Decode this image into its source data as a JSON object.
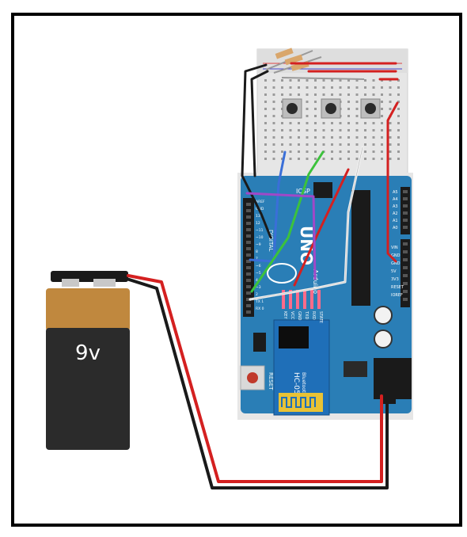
{
  "battery": {
    "label": "9v"
  },
  "arduino": {
    "logo": "UNO",
    "brand": "Arduino",
    "top_labels": [
      "AREF",
      "GND",
      "13",
      "12",
      "~11",
      "~10",
      "~9",
      "8",
      "7",
      "~6",
      "~5",
      "4",
      "~3",
      "2",
      "TX 1",
      "RX 0"
    ],
    "right_labels": [
      "A5",
      "A4",
      "A3",
      "A2",
      "A1",
      "A0"
    ],
    "power_labels": [
      "VIN",
      "GND",
      "GND",
      "5V",
      "3V3",
      "RESET",
      "IOREF"
    ],
    "icsp": "ICSP",
    "reset": "RESET",
    "digital": "DIGITAL"
  },
  "bluetooth": {
    "title": "HC-05",
    "subtitle": "Bluetooth",
    "pins": [
      "KEY",
      "VCC",
      "GND",
      "TXD",
      "RXD",
      "STATE"
    ]
  },
  "colors": {
    "board": "#2a7eb6",
    "wire_red": "#d42020",
    "wire_black": "#1a1a1a",
    "wire_blue": "#3a6fd8",
    "wire_green": "#3cc23c",
    "wire_purple": "#a048c8",
    "wire_white": "#f2f2f2",
    "battery_body": "#2b2b2b",
    "battery_cap": "#c0883e"
  }
}
